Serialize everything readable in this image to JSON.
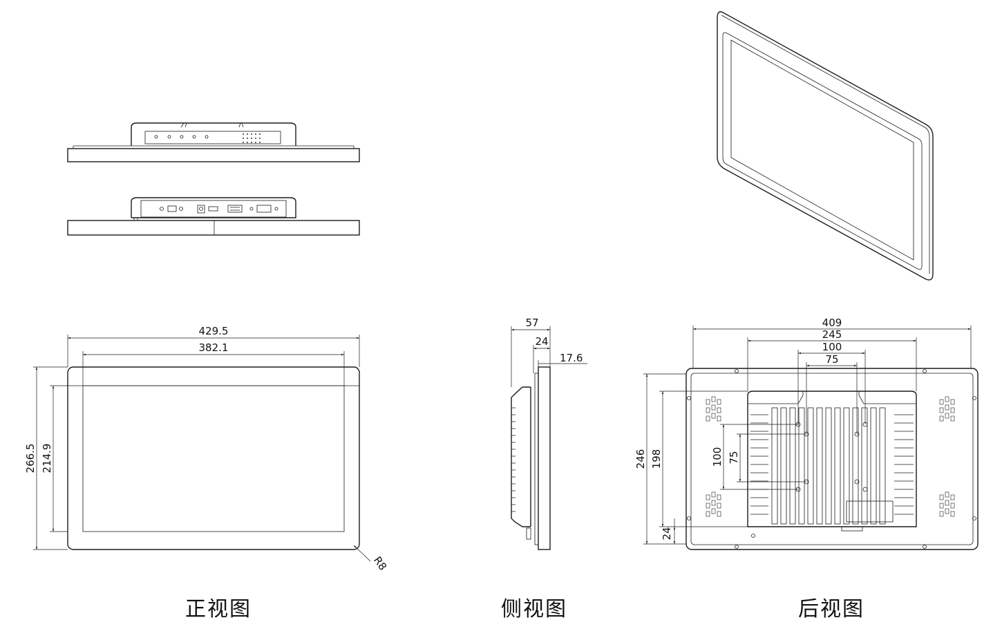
{
  "front_view": {
    "title": "正视图",
    "dim_outer_width": "429.5",
    "dim_inner_width": "382.1",
    "dim_outer_height": "266.5",
    "dim_inner_height": "214.9",
    "dim_corner_radius": "R8"
  },
  "side_view": {
    "title": "侧视图",
    "dim_total_depth": "57",
    "dim_bezel_depth": "24",
    "dim_panel_depth": "17.6"
  },
  "rear_view": {
    "title": "后视图",
    "dim_width": "409",
    "dim_bracket_width": "245",
    "dim_vesa_100_h": "100",
    "dim_vesa_75_h": "75",
    "dim_height": "246",
    "dim_bracket_height": "198",
    "dim_vesa_100_v": "100",
    "dim_vesa_75_v": "75",
    "dim_bottom_offset": "24"
  }
}
